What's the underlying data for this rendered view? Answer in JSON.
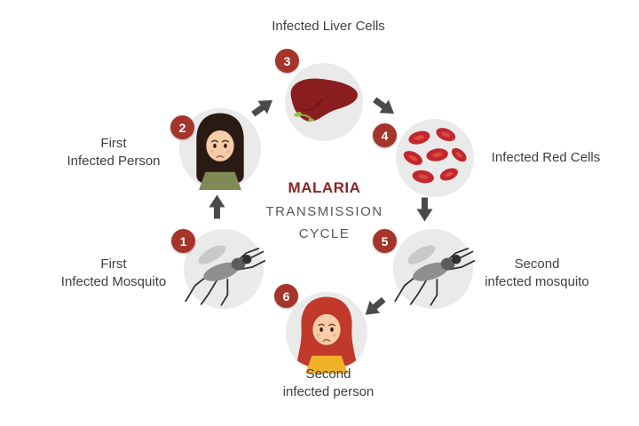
{
  "diagram": {
    "center": {
      "line1": "MALARIA",
      "line2": "TRANSMISSION",
      "line3": "CYCLE"
    },
    "nodes": [
      {
        "num": "1",
        "line1": "First",
        "line2": "Infected Mosquito",
        "icon": "mosquito-icon"
      },
      {
        "num": "2",
        "line1": "First",
        "line2": "Infected Person",
        "icon": "infected-person-icon"
      },
      {
        "num": "3",
        "line1": "Infected Liver Cells",
        "line2": "",
        "icon": "liver-icon"
      },
      {
        "num": "4",
        "line1": "Infected Red Cells",
        "line2": "",
        "icon": "red-blood-cells-icon"
      },
      {
        "num": "5",
        "line1": "Second",
        "line2": "infected mosquito",
        "icon": "mosquito-icon"
      },
      {
        "num": "6",
        "line1": "Second",
        "line2": "infected person",
        "icon": "infected-person-icon"
      }
    ],
    "colors": {
      "badge_bg": "#a5342a",
      "malaria_red": "#8e2420",
      "text_gray": "#58595b",
      "text_dark": "#3f3f3f",
      "circle_bg": "#eaeaea",
      "arrow": "#4a4a4a"
    }
  }
}
